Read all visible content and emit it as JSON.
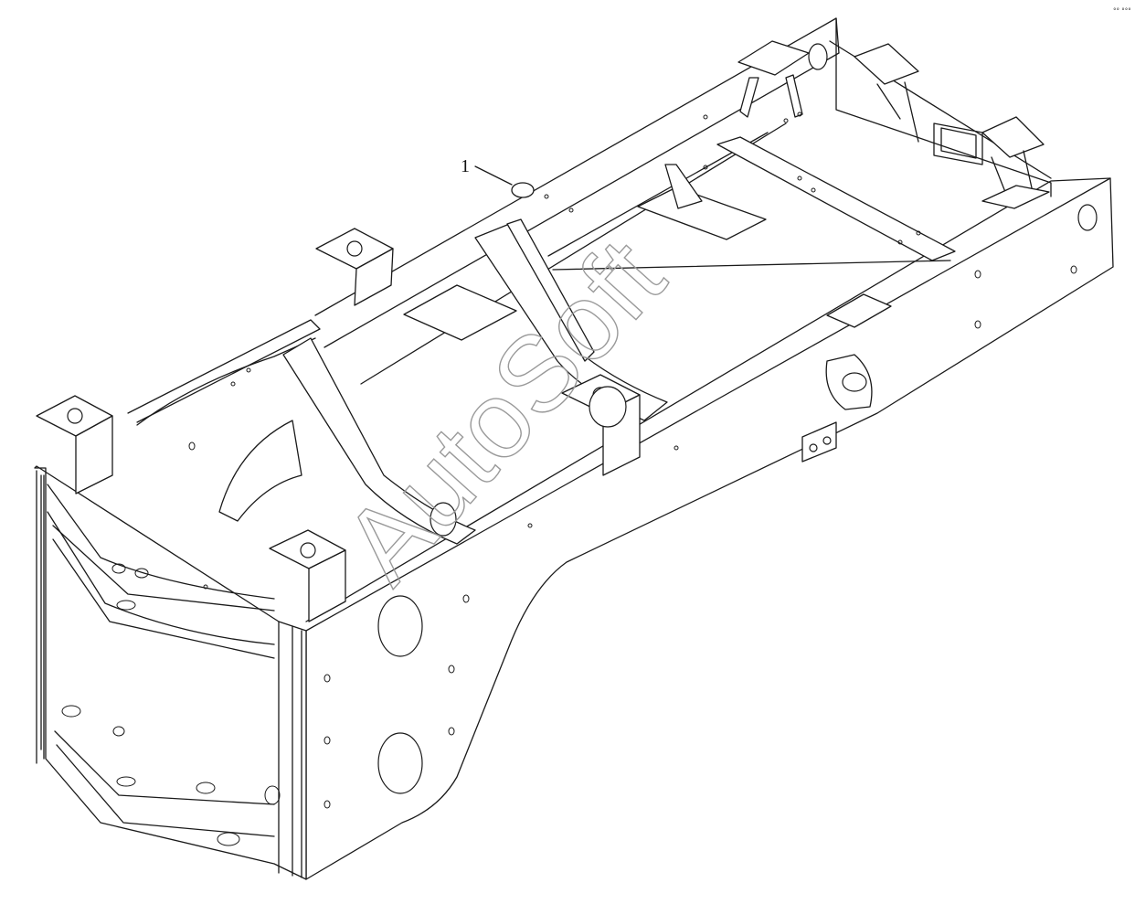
{
  "drawing": {
    "callouts": [
      {
        "id": "1",
        "label": "1"
      }
    ],
    "watermark": "AutoSoft",
    "corner_mark": "°° °°°"
  }
}
